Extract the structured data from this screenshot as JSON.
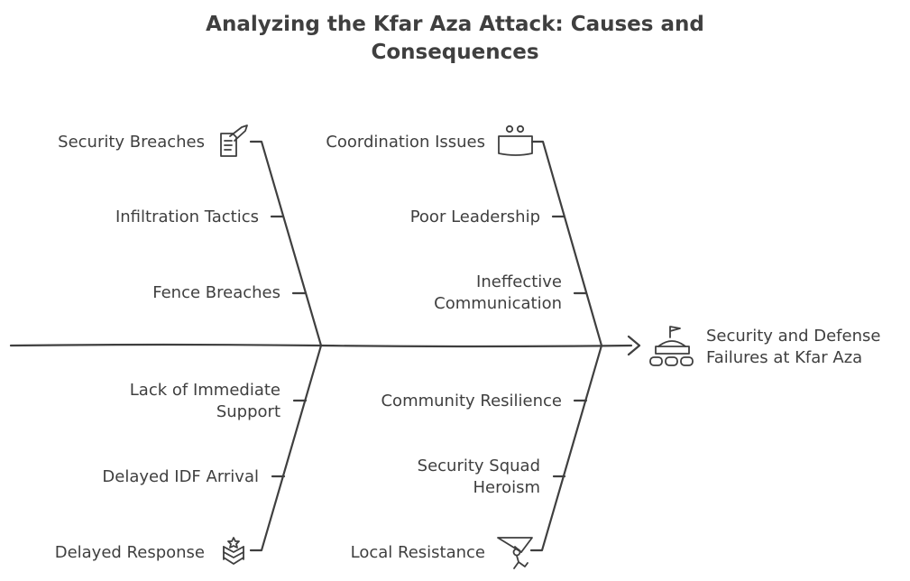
{
  "title": {
    "line1": "Analyzing the Kfar Aza Attack: Causes and",
    "line2": "Consequences"
  },
  "effect": {
    "line1": "Security and Defense",
    "line2": "Failures at Kfar Aza",
    "icon": "gathering-icon"
  },
  "categories": {
    "top_left": {
      "name": "Security Breaches",
      "icon": "clipboard-icon",
      "causes": [
        {
          "lines": [
            "Infiltration Tactics"
          ]
        },
        {
          "lines": [
            "Fence Breaches"
          ]
        }
      ]
    },
    "top_right": {
      "name": "Coordination Issues",
      "icon": "meeting-icon",
      "causes": [
        {
          "lines": [
            "Poor Leadership"
          ]
        },
        {
          "lines": [
            "Ineffective",
            "Communication"
          ]
        }
      ]
    },
    "bottom_left": {
      "name": "Delayed Response",
      "icon": "military-rank-icon",
      "causes": [
        {
          "lines": [
            "Lack of Immediate",
            "Support"
          ]
        },
        {
          "lines": [
            "Delayed IDF Arrival"
          ]
        }
      ]
    },
    "bottom_right": {
      "name": "Local Resistance",
      "icon": "hang-glider-icon",
      "causes": [
        {
          "lines": [
            "Community Resilience"
          ]
        },
        {
          "lines": [
            "Security Squad",
            "Heroism"
          ]
        }
      ]
    }
  }
}
